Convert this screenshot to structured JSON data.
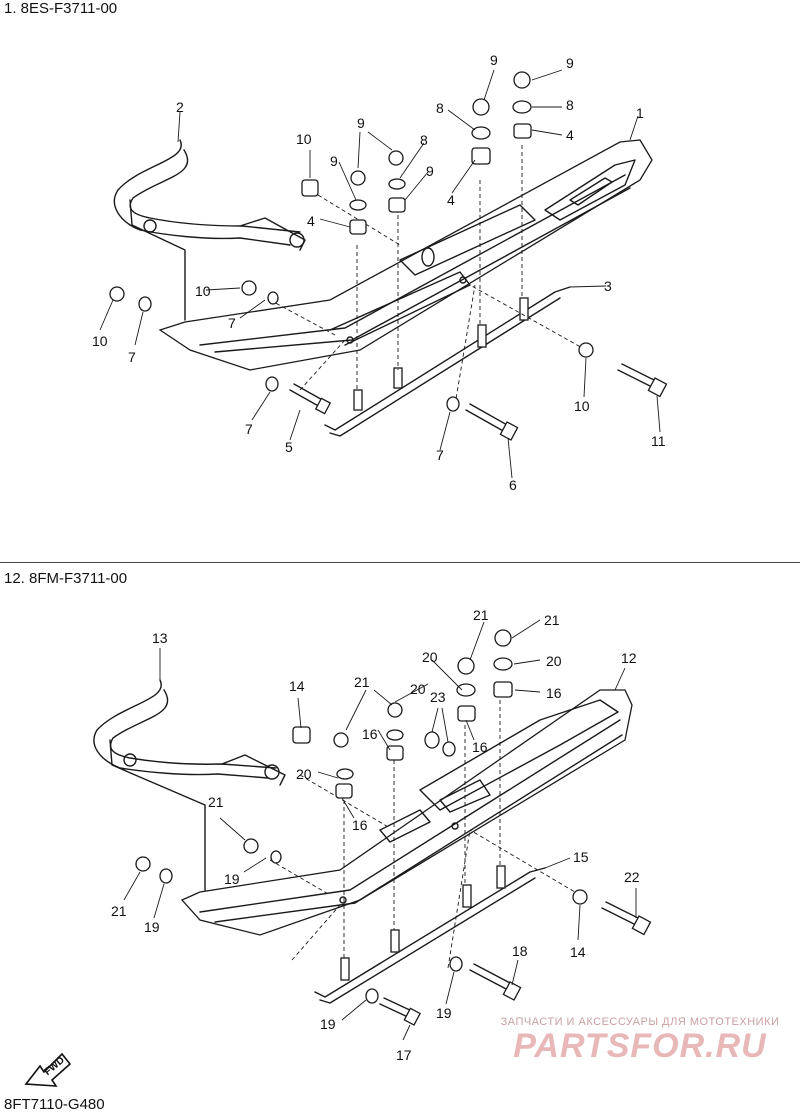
{
  "diagrams": [
    {
      "title": "1. 8ES-F3711-00",
      "callouts": [
        "1",
        "2",
        "3",
        "4",
        "4",
        "4",
        "5",
        "6",
        "7",
        "7",
        "7",
        "7",
        "8",
        "8",
        "8",
        "9",
        "9",
        "9",
        "9",
        "9",
        "10",
        "10",
        "11"
      ]
    },
    {
      "title": "12. 8FM-F3711-00",
      "callouts": [
        "12",
        "13",
        "14",
        "14",
        "15",
        "16",
        "16",
        "16",
        "16",
        "17",
        "18",
        "19",
        "19",
        "19",
        "19",
        "20",
        "20",
        "20",
        "20",
        "21",
        "21",
        "21",
        "21",
        "21",
        "22",
        "23"
      ]
    }
  ],
  "footer_code": "8FT7110-G480",
  "fwd_label": "FWD",
  "watermark": {
    "subtitle": "ЗАПЧАСТИ И АКСЕССУАРЫ ДЛЯ МОТОТЕХНИКИ",
    "brand": "PARTSFOR.RU"
  }
}
